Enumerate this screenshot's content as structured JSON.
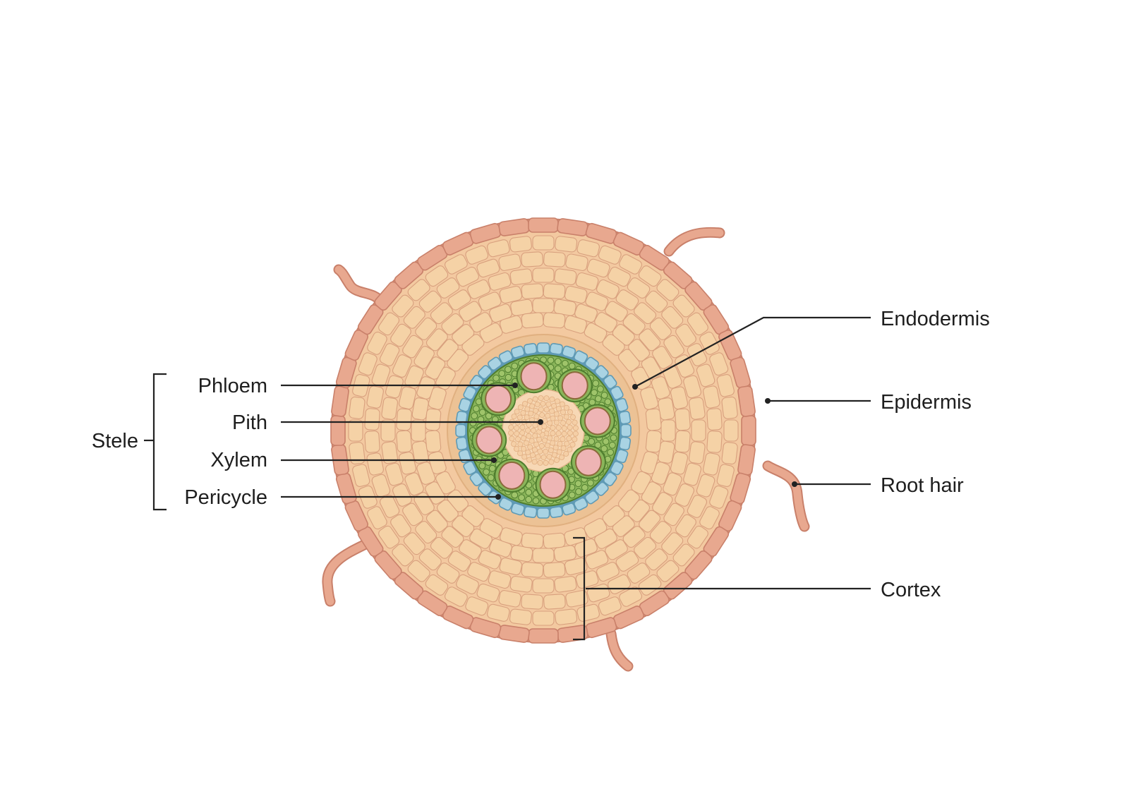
{
  "labels": {
    "endodermis": "Endodermis",
    "epidermis": "Epidermis",
    "root_hair": "Root hair",
    "cortex": "Cortex",
    "phloem": "Phloem",
    "pith": "Pith",
    "xylem": "Xylem",
    "pericycle": "Pericycle",
    "stele": "Stele"
  },
  "colors": {
    "epidermis_fill": "#e8a88f",
    "epidermis_stroke": "#c9806a",
    "cortex_fill": "#f5d2a6",
    "cortex_stroke": "#d8a07e",
    "background_tissue": "#f3c9a0",
    "endodermis_fill": "#a9d3e3",
    "endodermis_stroke": "#5f9ab5",
    "vascular_green": "#8ab55a",
    "vascular_dark": "#4f7d2e",
    "xylem_fill": "#eeb4b4",
    "xylem_stroke": "#8a6a3a",
    "pith_fill": "#f7d8b5",
    "leader_line": "#222222"
  }
}
